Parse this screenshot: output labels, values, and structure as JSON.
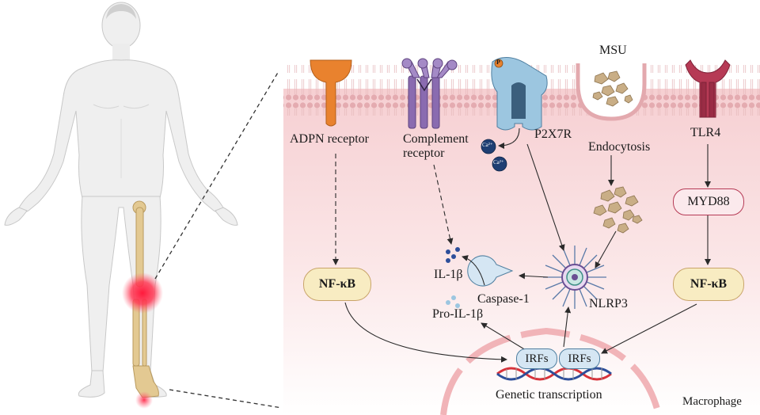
{
  "labels": {
    "adpn_receptor": "ADPN receptor",
    "complement_receptor_line1": "Complement",
    "complement_receptor_line2": "receptor",
    "p2x7r": "P2X7R",
    "msu": "MSU",
    "tlr4": "TLR4",
    "endocytosis": "Endocytosis",
    "myd88": "MYD88",
    "nfkb_left": "NF-κB",
    "nfkb_right": "NF-κB",
    "il1b": "IL-1β",
    "caspase1": "Caspase-1",
    "pro_il1b": "Pro-IL-1β",
    "nlrp3": "NLRP3",
    "irfs_1": "IRFs",
    "irfs_2": "IRFs",
    "genetic_transcription": "Genetic transcription",
    "macrophage": "Macrophage",
    "ca_1": "Ca²⁺",
    "ca_2": "Ca²⁺",
    "phosphate": "P"
  },
  "colors": {
    "membrane_pink": "#e8b9bd",
    "cytoplasm_top": "#f7d5d7",
    "adpn": "#e9822e",
    "complement": "#8a6bb0",
    "p2x7r": "#9cc6e0",
    "tlr4": "#b63a55",
    "msu_crystal": "#c9ae86",
    "nfkb_fill": "#f8ecc2",
    "myd88_fill": "#fbe9ec",
    "irf_fill": "#d5e6f3",
    "inflammation": "#ff2a4a",
    "bone": "#e3c992",
    "dna_red": "#d8323a",
    "dna_blue": "#2d4e9a"
  }
}
